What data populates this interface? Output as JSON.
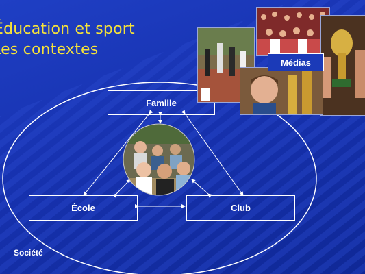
{
  "title": {
    "line1": "Éducation et sport",
    "line2": "Les contextes"
  },
  "boxes": {
    "famille": "Famille",
    "ecole": "École",
    "club": "Club"
  },
  "societe_label": "Société",
  "medias_label": "Médias",
  "colors": {
    "background": "#1732b0",
    "title": "#f5e23a",
    "lines": "#ffffff"
  },
  "images": {
    "children": "children-running-photo",
    "athletics": "athletics-race-photo",
    "crowd": "stadium-fans-photo",
    "trophy": "trophy-photo",
    "boy": "boy-face-photo"
  }
}
